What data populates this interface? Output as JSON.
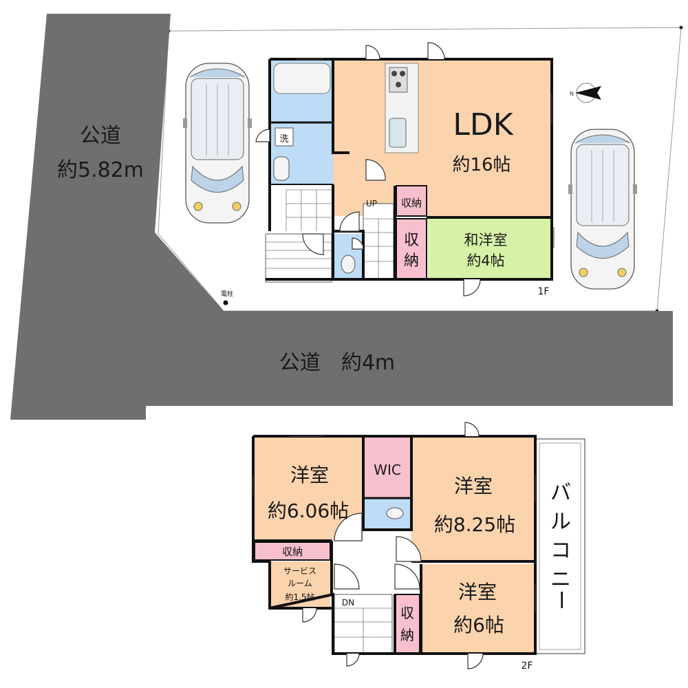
{
  "roads": {
    "left_name": "公道",
    "left_width": "約5.82m",
    "bottom": "公道　約4m"
  },
  "site": {
    "pole_label": "電柱",
    "compass_label": "N"
  },
  "floor1": {
    "label": "1F",
    "ldk_name": "LDK",
    "ldk_size": "約16帖",
    "washroom": "洗",
    "up": "UP",
    "storage_small": "収納",
    "storage_tall_1": "収",
    "storage_tall_2": "納",
    "japanese_room_name": "和洋室",
    "japanese_room_size": "約4帖"
  },
  "floor2": {
    "label": "2F",
    "room_a_name": "洋室",
    "room_a_size": "約6.06帖",
    "wic": "WIC",
    "room_b_name": "洋室",
    "room_b_size": "約8.25帖",
    "storage": "収納",
    "service_1": "サービス",
    "service_2": "ルーム",
    "service_3": "約1.5帖",
    "dn": "DN",
    "storage_tall_1": "収",
    "storage_tall_2": "納",
    "room_c_name": "洋室",
    "room_c_size": "約6帖",
    "balcony_1": "バ",
    "balcony_2": "ル",
    "balcony_3": "コ",
    "balcony_4": "ニ",
    "balcony_5": "ー"
  },
  "colors": {
    "road": "#6f6f6f",
    "ldk": "#fbd3ad",
    "japanese_room": "#d6f2a6",
    "wet_area": "#bedcf6",
    "storage": "#f7c0cc",
    "walls": "#111111"
  }
}
